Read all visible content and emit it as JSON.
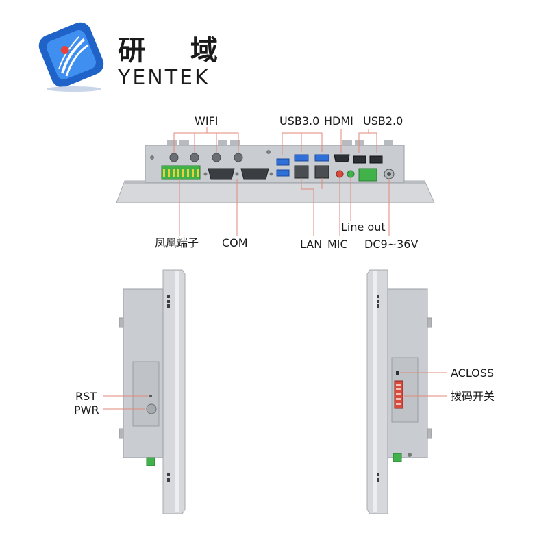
{
  "brand": {
    "name_cn": "研 域",
    "name_en": "YENTEK",
    "colors": {
      "blue": "#1f63c9",
      "blue_light": "#3f8ff0",
      "accent": "#e8423a"
    }
  },
  "rear_labels": {
    "wifi": "WIFI",
    "usb30": "USB3.0",
    "hdmi": "HDMI",
    "usb20": "USB2.0",
    "terminal": "凤凰端子",
    "com": "COM",
    "lan": "LAN",
    "mic": "MIC",
    "line_out": "Line out",
    "dc": "DC9~36V"
  },
  "left_labels": {
    "rst": "RST",
    "pwr": "PWR"
  },
  "right_labels": {
    "acloss": "ACLOSS",
    "dip": "拨码开关"
  },
  "colors": {
    "leader_line": "#e08a7a",
    "chassis": "#c9ccd0",
    "chassis_dark": "#9a9ea3",
    "usb3_blue": "#2f6fd8",
    "terminal_green": "#41b24a",
    "dip_red": "#d94a3c"
  }
}
